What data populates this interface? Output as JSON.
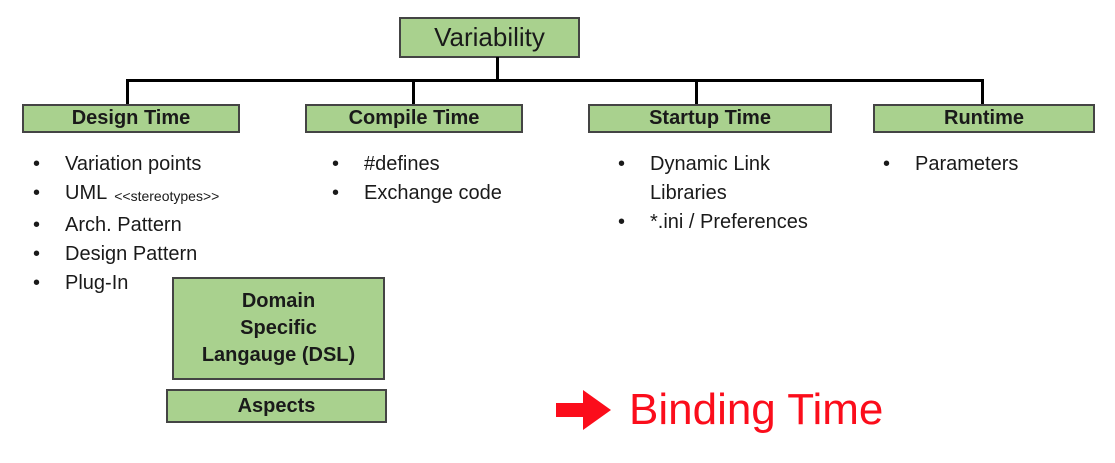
{
  "colors": {
    "box_fill": "#a9d18e",
    "box_border": "#444444",
    "connector": "#000000",
    "text": "#1a1a1a",
    "accent_red": "#fb0d1b"
  },
  "tree": {
    "root_label": "Variability",
    "columns": [
      {
        "header": "Design Time",
        "items": [
          {
            "text": "Variation points"
          },
          {
            "text": "UML",
            "small": "<<stereotypes>>"
          },
          {
            "text": "Arch. Pattern"
          },
          {
            "text": "Design Pattern"
          },
          {
            "text": "Plug-In"
          }
        ]
      },
      {
        "header": "Compile Time",
        "items": [
          {
            "text": "#defines"
          },
          {
            "text": "Exchange code"
          }
        ]
      },
      {
        "header": "Startup Time",
        "items": [
          {
            "text": "Dynamic Link Libraries"
          },
          {
            "text": "*.ini / Preferences"
          }
        ]
      },
      {
        "header": "Runtime",
        "items": [
          {
            "text": "Parameters"
          }
        ]
      }
    ]
  },
  "extra_boxes": {
    "dsl_lines": {
      "line1": "Domain",
      "line2": "Specific",
      "line3": "Langauge (DSL)"
    },
    "aspects_label": "Aspects"
  },
  "annotation": {
    "label": "Binding Time"
  }
}
